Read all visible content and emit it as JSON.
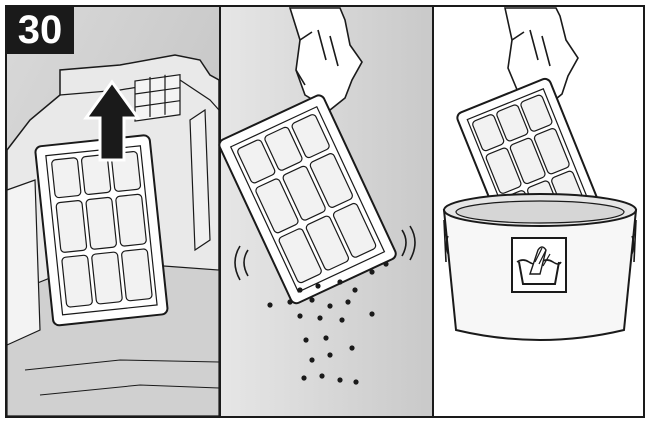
{
  "step": {
    "number": "30"
  },
  "panels": [
    {
      "id": "remove-filter",
      "icon": "up-arrow-icon"
    },
    {
      "id": "shake-filter",
      "icon": "falling-dust-icon"
    },
    {
      "id": "wash-filter",
      "icon": "hand-wash-icon"
    }
  ],
  "colors": {
    "line": "#1a1a1a",
    "shade": "#c8c8c8",
    "light_shade": "#e4e4e4",
    "background": "#ffffff"
  }
}
